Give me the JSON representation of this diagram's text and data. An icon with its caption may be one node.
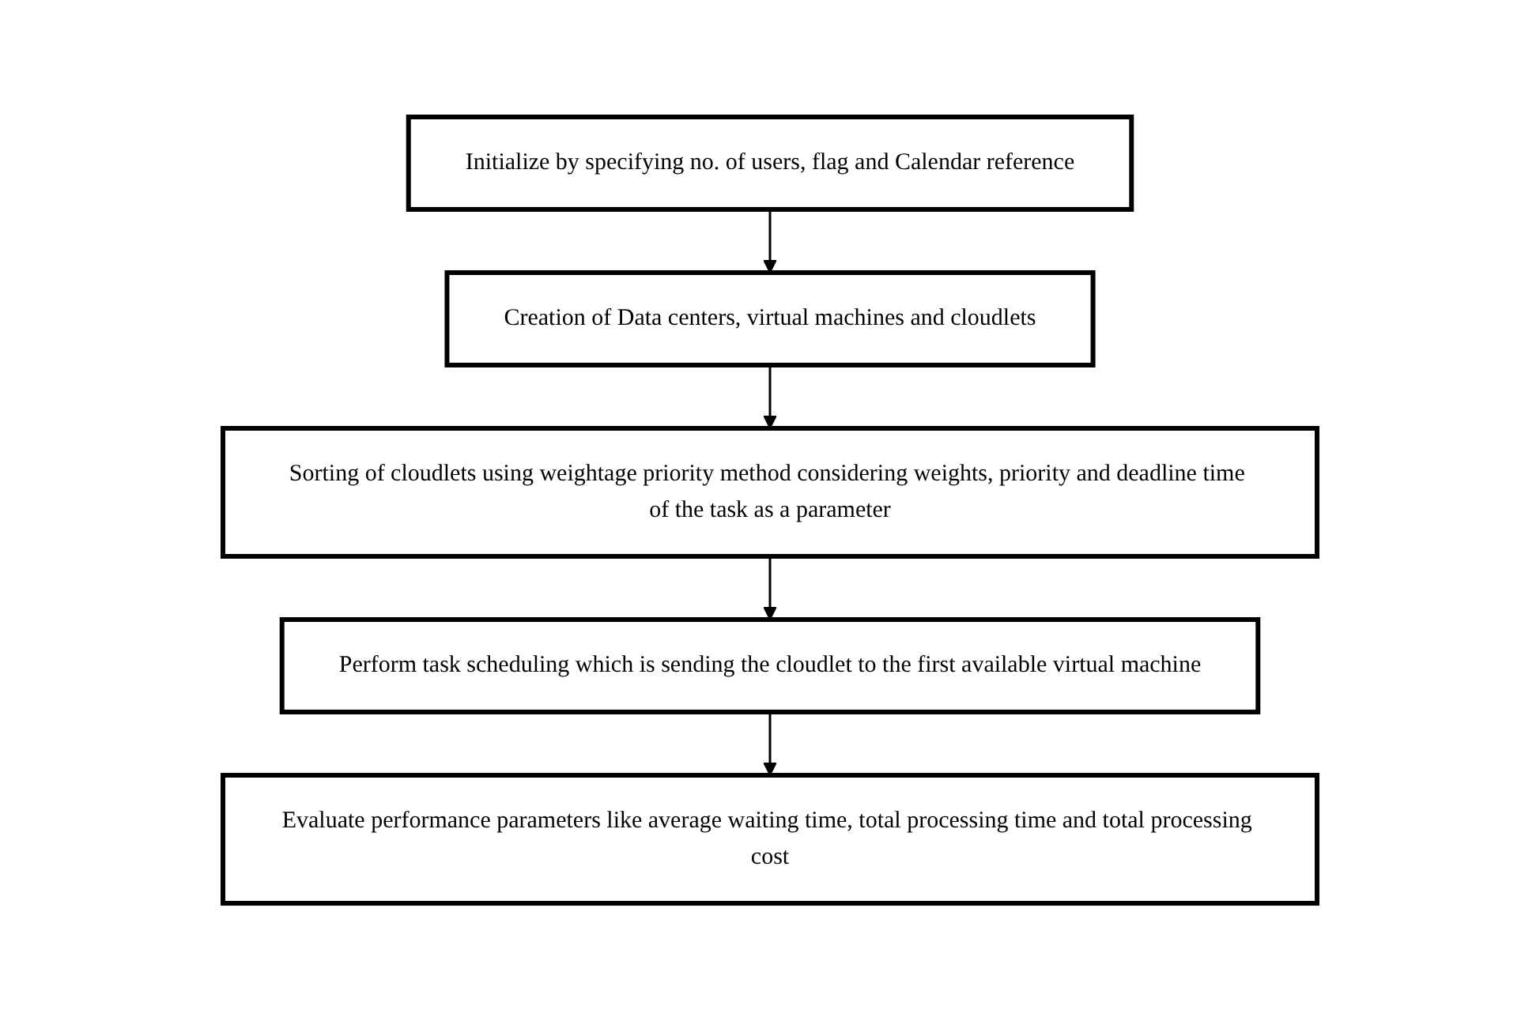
{
  "diagram": {
    "nodes": [
      {
        "text": [
          "Initialize by specifying no. of users, flag and Calendar reference"
        ]
      },
      {
        "text": [
          "Creation of Data centers, virtual machines and cloudlets"
        ]
      },
      {
        "text": [
          "Sorting of cloudlets using weightage priority method considering weights, priority and deadline time of the task as a parameter"
        ]
      },
      {
        "text": [
          "Perform task scheduling which is sending the cloudlet to the first available virtual machine"
        ]
      },
      {
        "text": [
          "Evaluate performance parameters like average waiting time, total processing time and total processing cost"
        ]
      }
    ],
    "edges": [
      {
        "from": 0,
        "to": 1,
        "arrow": "to"
      },
      {
        "from": 1,
        "to": 2,
        "arrow": "to"
      },
      {
        "from": 2,
        "to": 3,
        "arrow": "to"
      },
      {
        "from": 3,
        "to": 4,
        "arrow": "to"
      }
    ]
  }
}
